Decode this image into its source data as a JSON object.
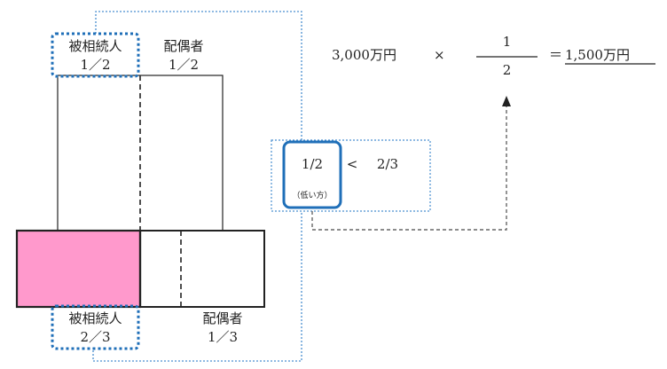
{
  "top": {
    "heir_label": "被相続人",
    "heir_fraction": "1／2",
    "spouse_label": "配偶者",
    "spouse_fraction": "1／2"
  },
  "bottom": {
    "heir_label": "被相続人",
    "heir_fraction": "2／3",
    "spouse_label": "配偶者",
    "spouse_fraction": "1／3"
  },
  "comparison": {
    "lower": "1/2",
    "symbol": "<",
    "higher": "2/3",
    "note": "（低い方）"
  },
  "formula": {
    "amount": "3,000万円",
    "times": "×",
    "numerator": "1",
    "denominator": "2",
    "equals": "＝",
    "result": "1,500万円"
  },
  "colors": {
    "highlight_fill": "#ff99cc",
    "accent_blue": "#1f6fb8",
    "dotted_blue": "#4a8fd0",
    "gray_arrow": "#666666"
  }
}
